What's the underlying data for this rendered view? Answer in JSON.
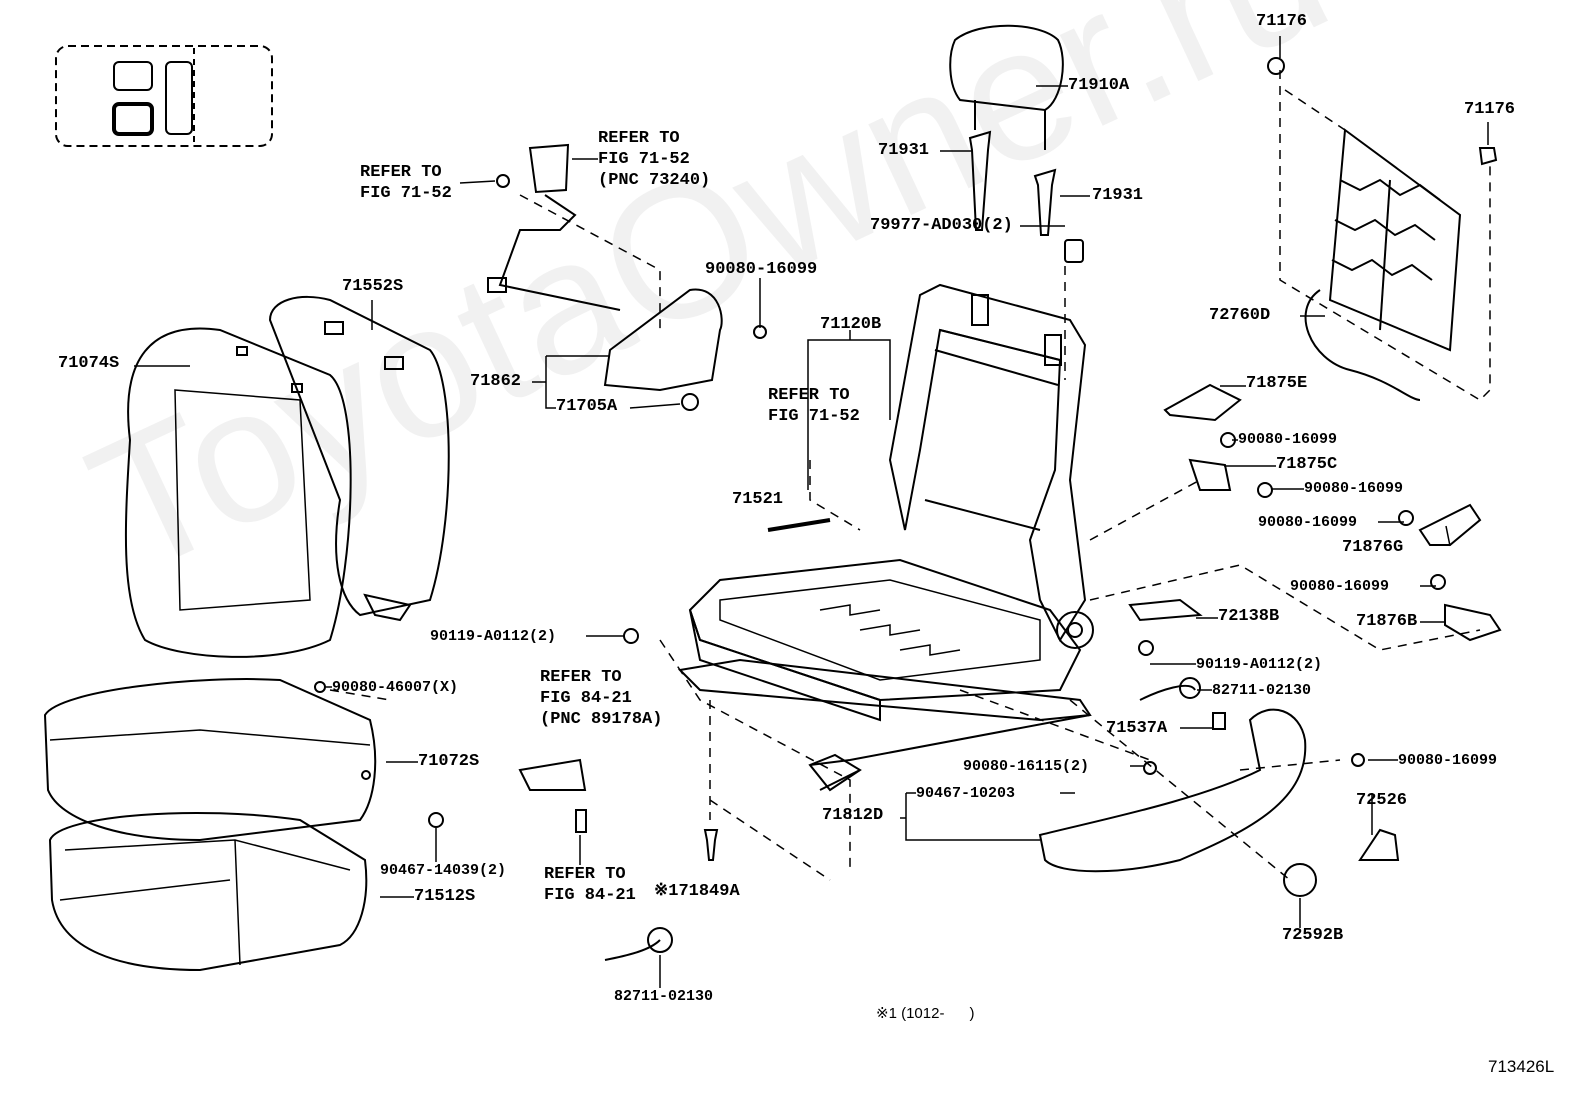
{
  "figure_id": "713426L",
  "footnote": "※1 (1012-      )",
  "watermark": "ToyotaOwner.ru",
  "labels": [
    "REFER TO",
    "FIG 71-52",
    "REFER TO",
    "FIG 71-52",
    "(PNC 73240)",
    "71910A",
    "71931",
    "71931",
    "79977-AD030(2)",
    "71176",
    "71176",
    "72760D",
    "71552S",
    "71074S",
    "90080-16099",
    "71862",
    "71705A",
    "71120B",
    "REFER TO",
    "FIG 71-52",
    "71521",
    "71875E",
    "90080-16099",
    "71875C",
    "90080-16099",
    "90080-16099",
    "71876G",
    "90080-16099",
    "72138B",
    "71876B",
    "90119-A0112(2)",
    "90119-A0112(2)",
    "82711-02130",
    "90080-46007(X)",
    "REFER TO",
    "FIG 84-21",
    "(PNC 89178A)",
    "71537A",
    "71072S",
    "90080-16115(2)",
    "90080-16099",
    "90467-10203",
    "71812D",
    "72526",
    "90467-14039(2)",
    "REFER TO",
    "FIG 84-21",
    "※171849A",
    "71512S",
    "72592B",
    "82711-02130"
  ]
}
